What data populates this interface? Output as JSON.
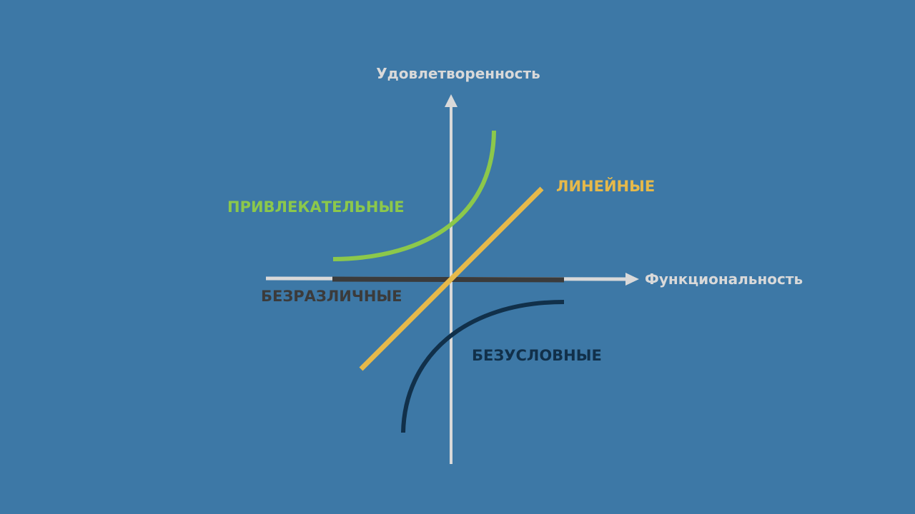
{
  "axes": {
    "y_label": "Удовлетворенность",
    "x_label": "Функциональность"
  },
  "curves": {
    "attractive": {
      "label": "ПРИВЛЕКАТЕЛЬНЫЕ",
      "color": "#8cc84b"
    },
    "linear": {
      "label": "ЛИНЕЙНЫЕ",
      "color": "#e6b94a"
    },
    "indifferent": {
      "label": "БЕЗРАЗЛИЧНЫЕ",
      "color": "#3b3b3b"
    },
    "must_be": {
      "label": "БЕЗУСЛОВНЫЕ",
      "color": "#11304a"
    }
  },
  "colors": {
    "background": "#3d78a6",
    "axis": "#d9d9d9"
  }
}
